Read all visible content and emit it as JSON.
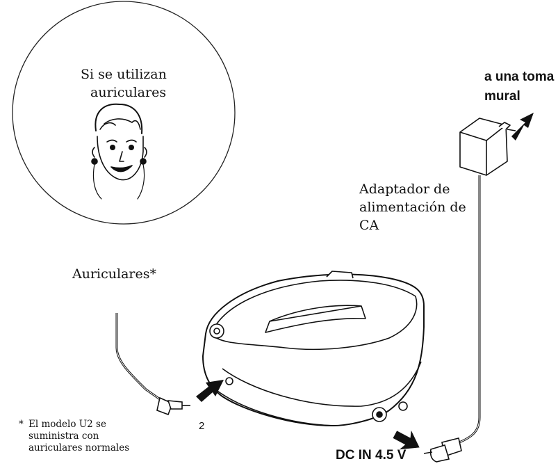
{
  "circle_callout": {
    "line1": "Si se utilizan",
    "line2": "auriculares"
  },
  "outlet": {
    "line1": "a una toma",
    "line2": "mural"
  },
  "adapter": {
    "line1": "Adaptador de",
    "line2": "alimentación de",
    "line3": "CA"
  },
  "headphones_label": "Auriculares*",
  "step_number": "2",
  "dc_in_label": "DC IN 4.5 V",
  "footnote": {
    "marker": "*",
    "line1": "El modelo U2 se",
    "line2": "suministra con",
    "line3": "auriculares normales"
  }
}
